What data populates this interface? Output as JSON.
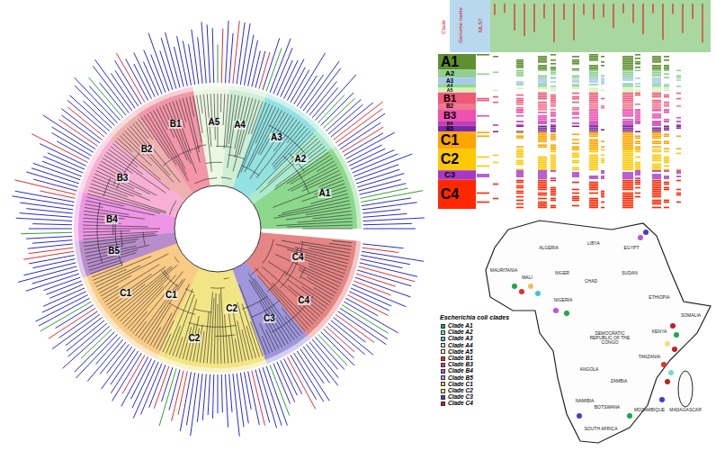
{
  "diagram": {
    "labels": [
      "A1",
      "A2",
      "A3",
      "A4",
      "A5",
      "B1",
      "B2",
      "B3",
      "B4",
      "B5",
      "C1",
      "C1",
      "C2",
      "C2",
      "C3",
      "C4",
      "C4",
      "Clade",
      "Genome name",
      "MLST",
      "A1",
      "A2",
      "A3",
      "A4",
      "A5",
      "B1",
      "B2",
      "B3",
      "B4",
      "B5",
      "C1",
      "C2",
      "C3",
      "C4",
      "Escherichia coli clades",
      "MAURITANIA",
      "MALI",
      "NIGER",
      "CHAD",
      "SUDAN",
      "EGYPT",
      "LIBYA",
      "ALGERIA",
      "NIGERIA",
      "ETHIOPIA",
      "SOMALIA",
      "KENYA",
      "TANZANIA",
      "ANGOLA",
      "ZAMBIA",
      "MOZAMBIQUE",
      "NAMIBIA",
      "BOTSWANA",
      "SOUTH AFRICA",
      "MADAGASCAR",
      "DEMOCRATIC REPUBLIC OF THE CONGO"
    ],
    "legend": [
      {
        "text": "Clade A1",
        "color": "#1aa84a"
      },
      {
        "text": "Clade A2",
        "color": "#6fe0c8"
      },
      {
        "text": "Clade A3",
        "color": "#40c8d0"
      },
      {
        "text": "Clade A4",
        "color": "#c8e8a0"
      },
      {
        "text": "Clade A5",
        "color": "#e8f0c0"
      },
      {
        "text": "Clade B1",
        "color": "#e03030"
      },
      {
        "text": "Clade B3",
        "color": "#d040a0"
      },
      {
        "text": "Clade B4",
        "color": "#c050e0"
      },
      {
        "text": "Clade B5",
        "color": "#a0a0e0"
      },
      {
        "text": "Clade C1",
        "color": "#f0c060"
      },
      {
        "text": "Clade C2",
        "color": "#f0e080"
      },
      {
        "text": "Clade C3",
        "color": "#4040c0"
      },
      {
        "text": "Clade C4",
        "color": "#c02020"
      }
    ]
  }
}
